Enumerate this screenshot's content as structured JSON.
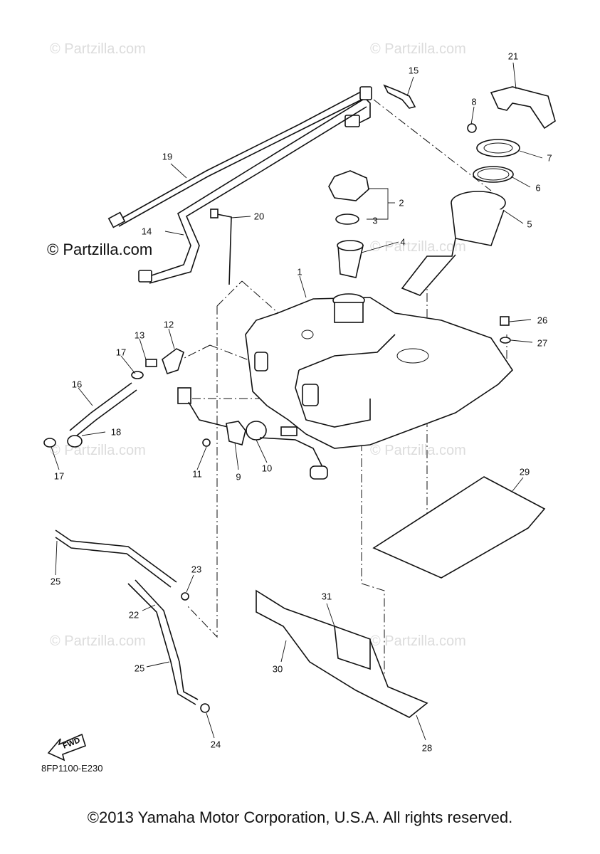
{
  "watermarks": {
    "small_text": "© Partzilla.com",
    "big_text": "© Partzilla.com"
  },
  "callouts": [
    {
      "id": "c1",
      "label": "1"
    },
    {
      "id": "c2",
      "label": "2"
    },
    {
      "id": "c3",
      "label": "3"
    },
    {
      "id": "c4",
      "label": "4"
    },
    {
      "id": "c5",
      "label": "5"
    },
    {
      "id": "c6",
      "label": "6"
    },
    {
      "id": "c7",
      "label": "7"
    },
    {
      "id": "c8",
      "label": "8"
    },
    {
      "id": "c9",
      "label": "9"
    },
    {
      "id": "c10",
      "label": "10"
    },
    {
      "id": "c11",
      "label": "11"
    },
    {
      "id": "c12",
      "label": "12"
    },
    {
      "id": "c13",
      "label": "13"
    },
    {
      "id": "c14",
      "label": "14"
    },
    {
      "id": "c15",
      "label": "15"
    },
    {
      "id": "c16",
      "label": "16"
    },
    {
      "id": "c17a",
      "label": "17"
    },
    {
      "id": "c17b",
      "label": "17"
    },
    {
      "id": "c18",
      "label": "18"
    },
    {
      "id": "c19",
      "label": "19"
    },
    {
      "id": "c20",
      "label": "20"
    },
    {
      "id": "c21",
      "label": "21"
    },
    {
      "id": "c22",
      "label": "22"
    },
    {
      "id": "c23",
      "label": "23"
    },
    {
      "id": "c24",
      "label": "24"
    },
    {
      "id": "c25a",
      "label": "25"
    },
    {
      "id": "c25b",
      "label": "25"
    },
    {
      "id": "c26",
      "label": "26"
    },
    {
      "id": "c27",
      "label": "27"
    },
    {
      "id": "c28",
      "label": "28"
    },
    {
      "id": "c29",
      "label": "29"
    },
    {
      "id": "c30",
      "label": "30"
    },
    {
      "id": "c31",
      "label": "31"
    }
  ],
  "fwd_label": "FWD",
  "diagram_code": "8FP1100-E230",
  "copyright": "©2013 Yamaha Motor Corporation, U.S.A. All rights reserved.",
  "colors": {
    "line": "#111111",
    "watermark": "#dcdcdc",
    "background": "#ffffff"
  }
}
